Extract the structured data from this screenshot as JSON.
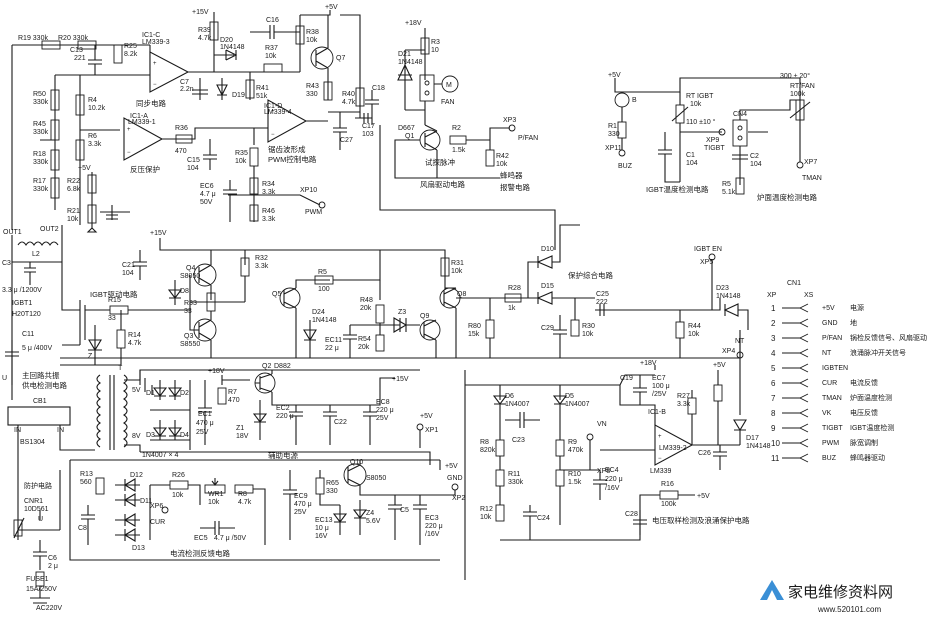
{
  "rails": {
    "p5v": "+5V",
    "p15v": "+15V",
    "p18v": "+18V",
    "p5v_b": "+5V"
  },
  "labels": {
    "R19": "R19 330k",
    "R20": "R20 330k",
    "C13": "C13",
    "C13v": "221",
    "R25": "R25",
    "R25v": "8.2k",
    "R50": "R50",
    "R50v": "330k",
    "R45": "R45",
    "R45v": "330k",
    "R18": "R18",
    "R18v": "330k",
    "R17": "R17",
    "R17v": "330k",
    "R22": "R22",
    "R22v": "6.8k",
    "R21": "R21",
    "R21v": "10k",
    "R4": "R4",
    "R4v": "10.2k",
    "R6": "R6",
    "R6v": "3.3k",
    "R39": "R39",
    "R39v": "4.7k",
    "D20": "D20",
    "D20v": "1N4148",
    "D19": "D19",
    "R37": "R37",
    "R37v": "10k",
    "C16": "C16",
    "R36": "R36",
    "R36v": "470",
    "C15": "C15",
    "C15v": "104",
    "R35": "R35",
    "R35v": "10k",
    "R34": "R34",
    "R34v": "3.3k",
    "EC6": "EC6",
    "EC6v": "4.7 μ",
    "EC6w": "50V",
    "R46": "R46",
    "R46v": "3.3k",
    "C7": "C7",
    "C7v": "2.2n",
    "R41": "R41",
    "R41v": "51k",
    "R38": "R38",
    "R38v": "10k",
    "R43": "R43",
    "R43v": "330",
    "R40": "R40",
    "R40v": "4.7k",
    "C18": "C18",
    "C27": "C27",
    "C17": "C17",
    "C17v": "103",
    "Q7": "Q7",
    "R3": "R3",
    "R3v": "10",
    "D21": "D21",
    "D21v": "1N4148",
    "FAN": "FAN",
    "D667": "D667",
    "Q1": "Q1",
    "R2": "R2",
    "R2v": "1.5k",
    "R42": "R42",
    "R42v": "10k",
    "XP3": "XP3",
    "B": "B",
    "R1": "R1",
    "R1v": "330",
    "XP11": "XP11",
    "BUZ": "BUZ",
    "RT_IGBT": "RT IGBT",
    "RT_IGBTv": "10k",
    "R10k": "110 ±10 °",
    "C1": "C1",
    "C1v": "104",
    "XP9": "XP9",
    "T_IGBT": "TIGBT",
    "CN4": "CN4",
    "C2": "C2",
    "C2v": "104",
    "R5": "R5",
    "R5v": "5.1k",
    "XP7": "XP7",
    "TMAN": "TMAN",
    "RT_FAN": "RT/FAN",
    "RT_FANv": "100k",
    "T300": "300 ± 20°",
    "OUT1": "OUT1",
    "OUT2": "OUT2",
    "L2": "L2",
    "C3": "C3",
    "C3v": "3.3 μ /1200V",
    "IGBT1": "IGBT1",
    "IGBT1v": "H20T120",
    "C11": "C11",
    "C11v": "5 μ /400V",
    "Z": "Z",
    "C21": "C21",
    "C21v": "104",
    "Q4": "Q4",
    "Q4v": "S8050",
    "D8": "D8",
    "R33": "R33",
    "R33v": "33",
    "R32": "R32",
    "R32v": "3.3k",
    "R15": "R15",
    "R15v": "33",
    "R14": "R14",
    "R14v": "4.7k",
    "Q3": "Q3",
    "Q3v": "S8550",
    "Q5": "Q5",
    "R5b": "R5",
    "R5bv": "100",
    "R48": "R48",
    "R48v": "20k",
    "R31": "R31",
    "R31v": "10k",
    "D10": "D10",
    "D15": "D15",
    "R28": "R28",
    "R28v": "1k",
    "C25": "C25",
    "C25v": "222",
    "D23": "D23",
    "D23v": "1N4148",
    "XP5": "XP5",
    "IGBT_EN": "IGBT EN",
    "D24": "D24",
    "D24v": "1N4148",
    "EC11": "EC11",
    "EC11v": "22 μ",
    "R54": "R54",
    "R54v": "20k",
    "Z3": "Z3",
    "Q9": "Q9",
    "R80": "R80",
    "R80v": "15k",
    "C29": "C29",
    "R30": "R30",
    "R30v": "10k",
    "R44": "R44",
    "R44v": "10k",
    "CB1": "CB1",
    "CB1v": "BS1304",
    "IN": "IN",
    "IN2": "IN",
    "D1": "D1",
    "D2": "D2",
    "D3": "D3",
    "D4": "D4",
    "D14": "1N4007 × 4",
    "EC1": "EC1",
    "EC1v": "470 μ",
    "EC1w": "25V",
    "R7": "R7",
    "R7v": "470",
    "Q2": "Q2",
    "Q2v": "D882",
    "Z1": "Z1",
    "Z1v": "18V",
    "EC2": "EC2",
    "EC2v": "220 μ",
    "C22": "C22",
    "EC8": "EC8",
    "EC8v": "220 μ",
    "EC8w": "25V",
    "D6": "D6",
    "D6v": "1N4007",
    "D5": "D5",
    "D5v": "1N4007",
    "C19": "C19",
    "EC7": "EC7",
    "EC7v": "100 μ",
    "EC7w": "/25V",
    "R27": "R27",
    "R27v": "3.3k",
    "IC1B": "IC1-B",
    "LM339": "LM339",
    "LM339_2": "LM339-2",
    "NT": "NT",
    "XP4": "XP4",
    "D17": "D17",
    "D17v": "1N4148",
    "C26": "C26",
    "R8": "R8",
    "R8v": "820k",
    "C23": "C23",
    "R9": "R9",
    "R9v": "470k",
    "VN": "VN",
    "XP8": "XP8",
    "R11": "R11",
    "R11v": "330k",
    "R10": "R10",
    "R10v": "1.5k",
    "EC4": "EC4",
    "EC4v": "220 μ",
    "EC4w": "/16V",
    "C24": "C24",
    "R12": "R12",
    "R12v": "10k",
    "R16": "R16",
    "R16v": "100k",
    "C28": "C28",
    "R13": "R13",
    "R13v": "560",
    "D12": "D12",
    "D11": "D11",
    "R26": "R26",
    "R26v": "10k",
    "WR1": "WR1",
    "WR1v": "10k",
    "R8b": "R8",
    "R8bv": "4.7k",
    "C8": "C8",
    "XP6": "XP6",
    "CUR": "CUR",
    "EC5": "EC5",
    "EC5v": "4.7 μ /50V",
    "EC9": "EC9",
    "EC9v": "470 μ",
    "EC9w": "25V",
    "R65": "R65",
    "R65v": "330",
    "EC13": "EC13",
    "EC13v": "10 μ",
    "EC13w": "16V",
    "Q10": "Q10",
    "Q10v": "S8050",
    "Z4": "Z4",
    "Z4v": "5.6V",
    "C5": "C5",
    "EC3": "EC3",
    "EC3v": "220 μ",
    "EC3w": "/16V",
    "XP1": "XP1",
    "XP2": "XP2",
    "GND": "GND",
    "D13": "D13",
    "CNR1": "CNR1",
    "CNR1v": "10D561",
    "U": "U",
    "C6": "C6",
    "C6v": "2 μ",
    "FUSE1": "FUSE1",
    "FUSE1v": "15A/250V",
    "AC": "AC220V",
    "IC1C": "IC1-C",
    "IC1C_part": "LM339-3",
    "IC1A": "IC1-A",
    "IC1A_part": "LM339-1",
    "IC1D": "IC1-D",
    "IC1D_part": "LM339-4",
    "XP10": "XP10",
    "PWM": "PWM"
  },
  "blocks": {
    "sync": "同步电路",
    "overvolt": "反压保护",
    "sawtooth": "锯齿波形成",
    "pwm_ctrl": "PWM控制电路",
    "fan_drive": "风扇驱动电路",
    "osc_pulse": "试探脉冲",
    "buzzer": "蜂鸣器",
    "alarm": "报警电路",
    "igbt_temp": "IGBT温度检测电路",
    "pan_temp": "炉面温度检测电路",
    "igbt_drive": "IGBT驱动电路",
    "protect": "保护综合电路",
    "main_loop": "主回路共振",
    "power_det": "供电检测电路",
    "aux_supply": "辅助电源",
    "current_fb": "电流检测反馈电路",
    "volt_fb": "电压取样检测及浪涌保护电路",
    "protect_circuit": "防护电路"
  },
  "connector": {
    "name": "CN1",
    "col_xp": "XP",
    "col_xs": "XS",
    "pins": [
      {
        "no": "1",
        "sig": "+5V",
        "desc": "电源"
      },
      {
        "no": "2",
        "sig": "GND",
        "desc": "地"
      },
      {
        "no": "3",
        "sig": "P/FAN",
        "desc": "锅检反馈信号、风扇驱动"
      },
      {
        "no": "4",
        "sig": "NT",
        "desc": "浪涌脉冲开关信号"
      },
      {
        "no": "5",
        "sig": "IGBTEN",
        "desc": ""
      },
      {
        "no": "6",
        "sig": "CUR",
        "desc": "电流反馈"
      },
      {
        "no": "7",
        "sig": "TMAN",
        "desc": "炉面温度检测"
      },
      {
        "no": "8",
        "sig": "VK",
        "desc": "电压反馈"
      },
      {
        "no": "9",
        "sig": "TIGBT",
        "desc": "IGBT温度检测"
      },
      {
        "no": "10",
        "sig": "PWM",
        "desc": "脉宽调制"
      },
      {
        "no": "11",
        "sig": "BUZ",
        "desc": "蜂鸣器驱动"
      }
    ]
  },
  "watermark": {
    "title": "家电维修资料网",
    "url": "www.520101.com"
  },
  "colors": {
    "ink": "#1a1a1a",
    "paper": "#ffffff",
    "watermark": "#3a8fd6"
  }
}
